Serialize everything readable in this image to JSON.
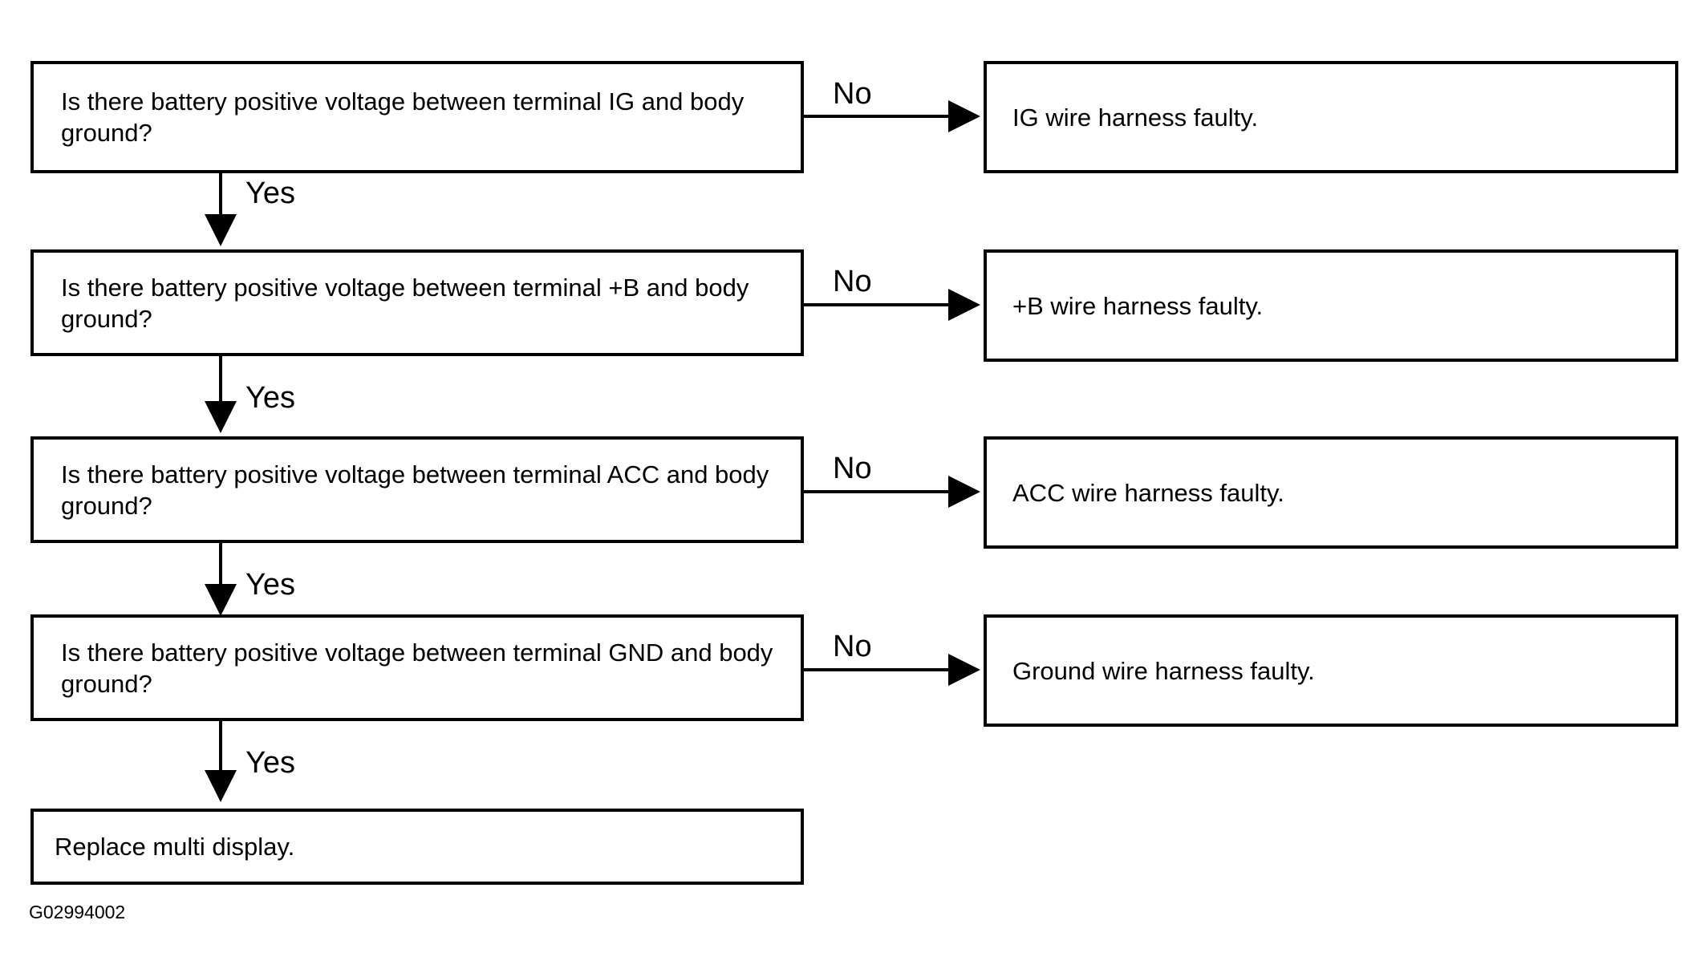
{
  "questions": [
    {
      "text": "Is there battery positive voltage between terminal IG and body ground?",
      "yes": "Yes",
      "no": "No",
      "result": "IG wire harness faulty."
    },
    {
      "text": "Is there battery positive voltage between terminal +B and body ground?",
      "yes": "Yes",
      "no": "No",
      "result": "+B wire harness faulty."
    },
    {
      "text": "Is there battery positive voltage between terminal ACC and body ground?",
      "yes": "Yes",
      "no": "No",
      "result": "ACC wire harness faulty."
    },
    {
      "text": "Is there battery positive voltage between terminal GND and body ground?",
      "yes": "Yes",
      "no": "No",
      "result": "Ground wire harness faulty."
    }
  ],
  "final_step": "Replace multi display.",
  "figure_code": "G02994002"
}
